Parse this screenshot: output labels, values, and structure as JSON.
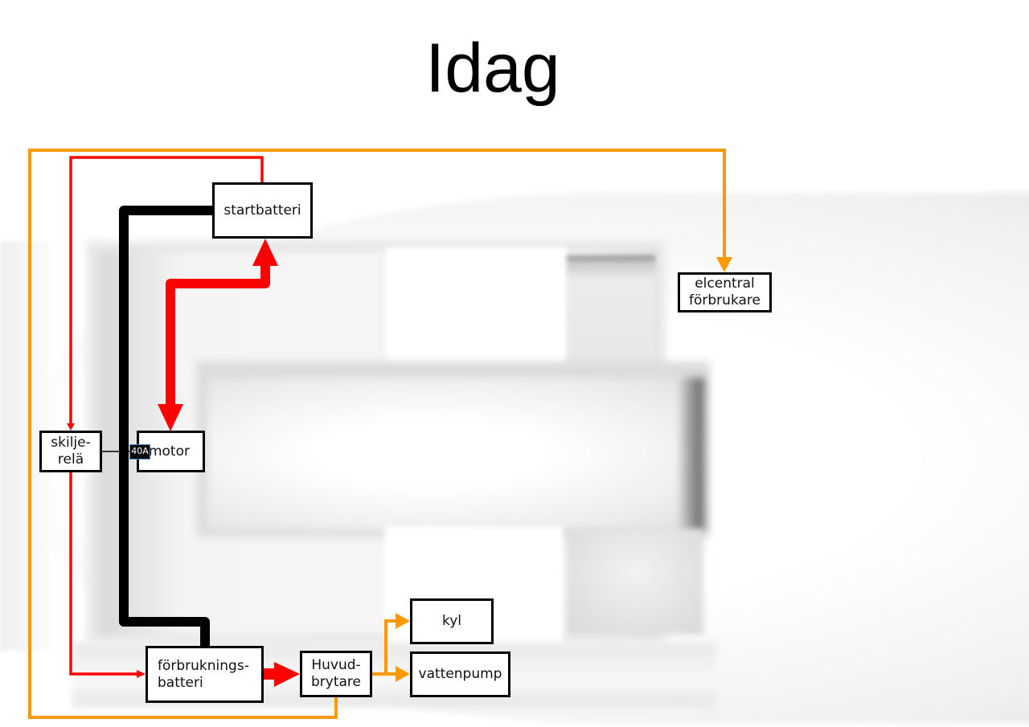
{
  "title": "Idag",
  "colors": {
    "charging_red": "#ff0000",
    "consumer_orange": "#ff9900",
    "ground_black": "#000000",
    "fuse_border": "#4a8ad0"
  },
  "components": {
    "startbatteri": {
      "label": "startbatteri"
    },
    "elcentral": {
      "label": "elcentral\nförbrukare"
    },
    "skiljerela": {
      "label": "skilje-\nrelä"
    },
    "motor": {
      "label": "motor"
    },
    "fuse": {
      "label": "40A"
    },
    "forbrukningsbatteri": {
      "label": "förbruknings-\nbatteri"
    },
    "huvudbrytare": {
      "label": "Huvud-\nbrytare"
    },
    "kyl": {
      "label": "kyl"
    },
    "vattenpump": {
      "label": "vattenpump"
    }
  },
  "connections": [
    {
      "from": "motor",
      "to": "startbatteri",
      "color": "red",
      "style": "thick double arrow"
    },
    {
      "from": "startbatteri",
      "to": "skiljerela",
      "color": "red",
      "style": "thin arrow"
    },
    {
      "from": "skiljerela",
      "to": "forbrukningsbatteri",
      "color": "red",
      "style": "thin arrow"
    },
    {
      "from": "forbrukningsbatteri",
      "to": "huvudbrytare",
      "color": "red",
      "style": "thick arrow"
    },
    {
      "from": "huvudbrytare",
      "to": "kyl",
      "color": "orange",
      "style": "arrow"
    },
    {
      "from": "huvudbrytare",
      "to": "vattenpump",
      "color": "orange",
      "style": "arrow"
    },
    {
      "from": "huvudbrytare",
      "to": "elcentral",
      "color": "orange",
      "style": "arrow"
    },
    {
      "from": "startbatteri",
      "to": "forbrukningsbatteri",
      "color": "black",
      "style": "thick line"
    },
    {
      "from": "skiljerela",
      "to": "motor",
      "color": "black",
      "style": "thin line via 40A fuse"
    }
  ]
}
